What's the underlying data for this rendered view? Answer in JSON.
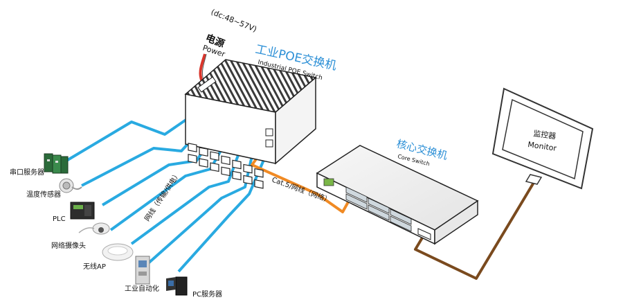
{
  "power": {
    "voltage": "(dc:48~57V)",
    "label_cn": "电源",
    "label_en": "Power"
  },
  "poe_switch": {
    "title_cn": "工业POE交换机",
    "title_en": "Industrial POE Switch"
  },
  "core_switch": {
    "title_cn": "核心交换机",
    "title_en": "Core Switch"
  },
  "monitor": {
    "label_cn": "监控器",
    "label_en": "Monitor"
  },
  "cables": {
    "poe_cable": "网线（传输/供电）",
    "uplink_cable": "Cat.5/网线（网络）"
  },
  "devices": {
    "serial_server": "串口服务器",
    "temp_sensor": "温度传感器",
    "plc": "PLC",
    "camera": "网络摄像头",
    "wireless_ap": "无线AP",
    "automation": "工业自动化",
    "pc_server": "PC服务器"
  },
  "colors": {
    "poe_cable": "#29aae1",
    "uplink_cable": "#f08a24",
    "monitor_cable": "#7a4a1e",
    "power_cable": "#d9352b",
    "title_blue": "#2b8fd6"
  }
}
